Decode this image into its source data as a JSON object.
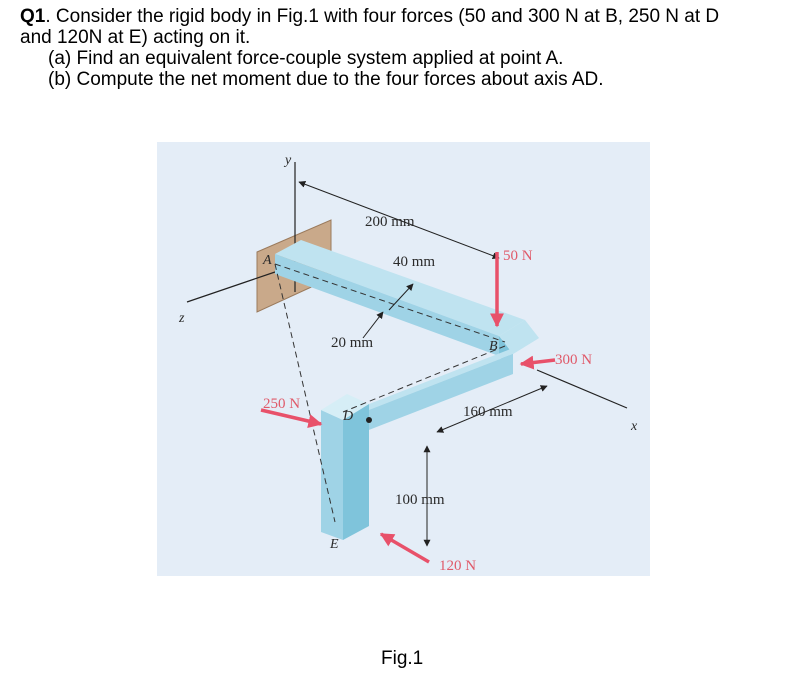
{
  "question": {
    "label": "Q1",
    "line1": ". Consider the rigid body in Fig.1 with four forces (50 and 300 N at B, 250 N at D",
    "line2": "and 120N at E) acting on it.",
    "part_a": "(a) Find an equivalent force-couple system applied at point A.",
    "part_b": "(b) Compute the net moment due to the four forces about axis AD."
  },
  "figure": {
    "caption": "Fig.1",
    "axes": {
      "x": "x",
      "y": "y",
      "z": "z"
    },
    "points": {
      "A": "A",
      "B": "B",
      "D": "D",
      "E": "E"
    },
    "dimensions": {
      "d200": "200 mm",
      "d40": "40 mm",
      "d20": "20 mm",
      "d160": "160 mm",
      "d100": "100 mm"
    },
    "forces": {
      "f50": "50 N",
      "f300": "300 N",
      "f250": "250 N",
      "f120": "120 N"
    },
    "colors": {
      "background": "#e4edf7",
      "bar_top": "#bfe3f0",
      "bar_side": "#7fc4db",
      "bar_front": "#9fd3e6",
      "force": "#e8516a",
      "wall": "#c9a98a"
    }
  }
}
